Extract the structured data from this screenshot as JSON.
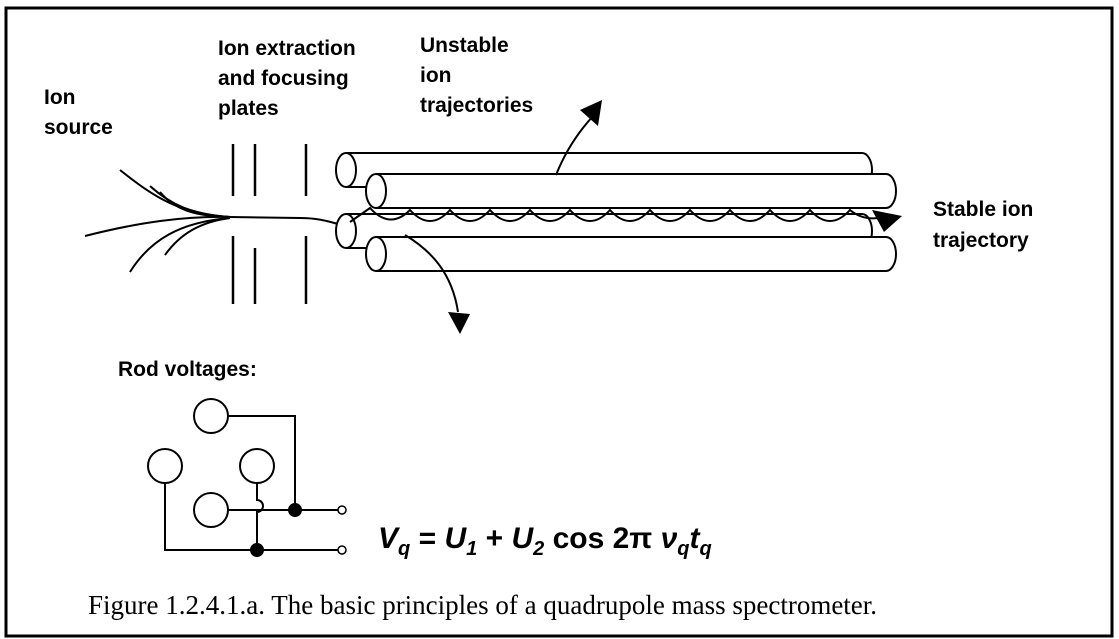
{
  "labels": {
    "ion_source": [
      "Ion",
      "source"
    ],
    "extraction_plates": [
      "Ion extraction",
      "and focusing",
      "plates"
    ],
    "unstable": [
      "Unstable",
      "ion",
      "trajectories"
    ],
    "stable": [
      "Stable ion",
      "trajectory"
    ],
    "rod_voltages": "Rod voltages:"
  },
  "equation": {
    "lhs": "V",
    "lhs_sub": "q",
    "equals": " = ",
    "u1": "U",
    "u1_sub": "1",
    "plus": " + ",
    "u2": "U",
    "u2_sub": "2",
    "cos": " cos 2π ",
    "nu": "ν",
    "nu_sub": "q",
    "t": "t",
    "t_sub": "q"
  },
  "caption": "Figure 1.2.4.1.a. The basic principles of a quadrupole mass spectrometer."
}
